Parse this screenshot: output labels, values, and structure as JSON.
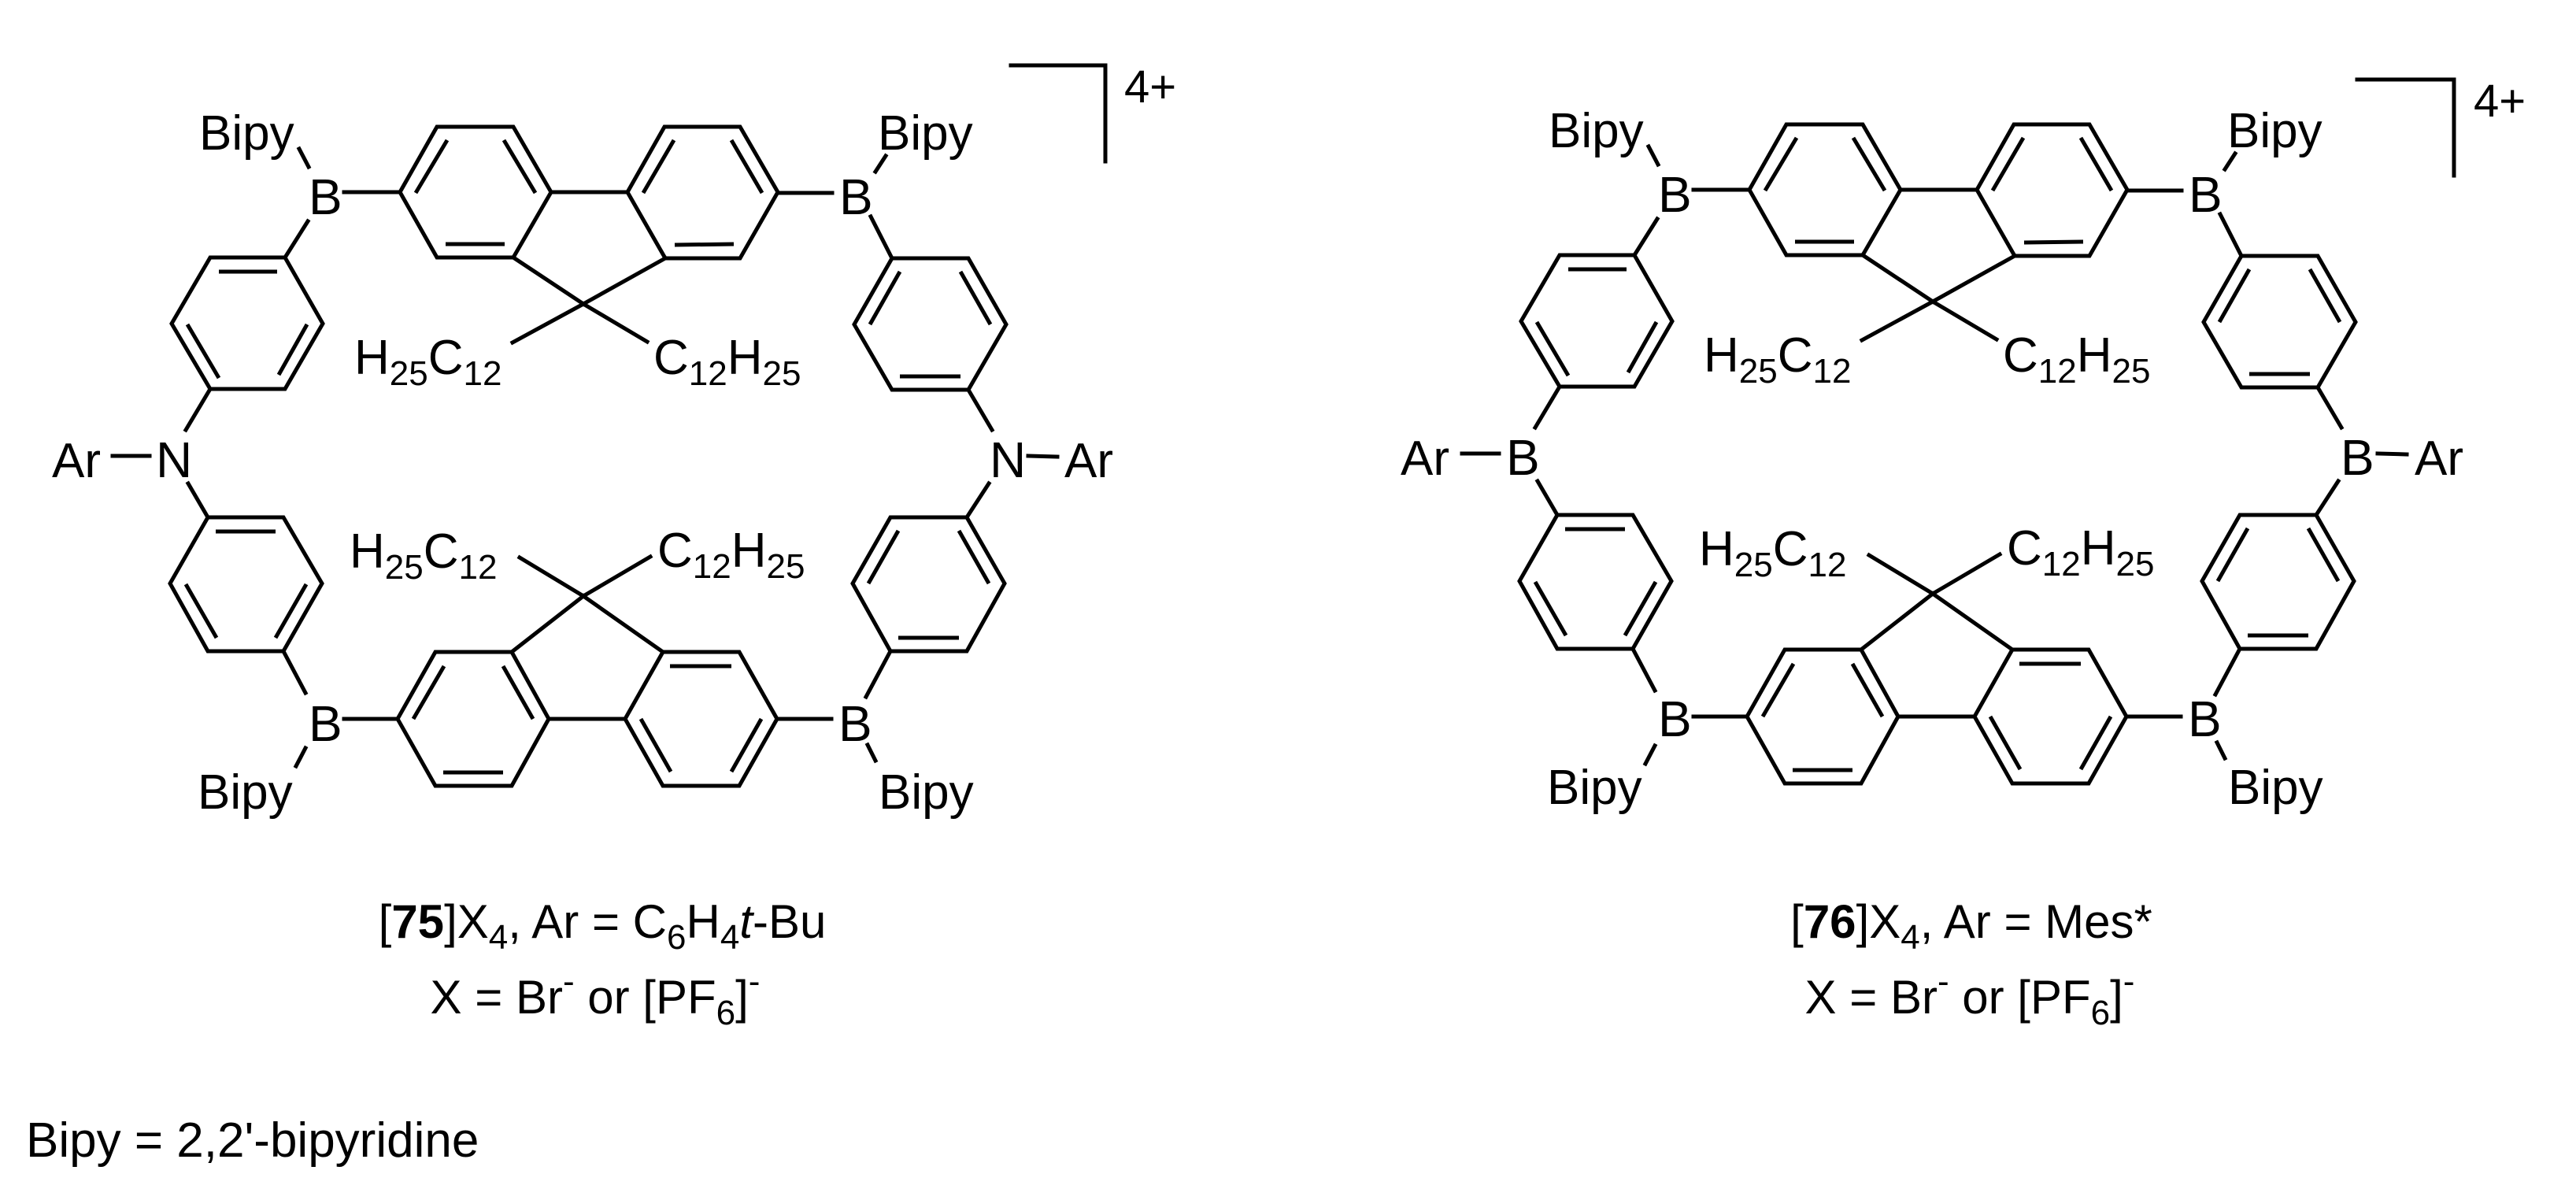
{
  "diagram": {
    "type": "chemical-structure-scheme",
    "colors": {
      "ink": "#000000",
      "background": "#ffffff"
    },
    "compounds": [
      {
        "id": "75",
        "core_linker_atom": "N",
        "labels": {
          "bipy": "Bipy",
          "boron": "B",
          "linker": "N",
          "aryl": "Ar",
          "alkyl_C": "C",
          "alkyl_C_count": "12",
          "alkyl_H": "H",
          "alkyl_H_count": "25",
          "charge": "4+"
        },
        "caption": {
          "line1": {
            "open_bracket": "[",
            "number": "75",
            "close_bracket": "]X",
            "x_count": "4",
            "ar_text": ", Ar = C",
            "c_count": "6",
            "h_text": "H",
            "h_count": "4",
            "tert": "t",
            "tail": "-Bu"
          },
          "line2": {
            "prefix": "X = Br",
            "br_charge": "-",
            "mid": " or [PF",
            "f_count": "6",
            "close": "]",
            "pf6_charge": "-"
          }
        }
      },
      {
        "id": "76",
        "core_linker_atom": "B",
        "labels": {
          "bipy": "Bipy",
          "boron": "B",
          "linker": "B",
          "aryl": "Ar",
          "alkyl_C": "C",
          "alkyl_C_count": "12",
          "alkyl_H": "H",
          "alkyl_H_count": "25",
          "charge": "4+"
        },
        "caption": {
          "line1": {
            "open_bracket": "[",
            "number": "76",
            "close_bracket": "]X",
            "x_count": "4",
            "ar_text": ", Ar = Mes*"
          },
          "line2": {
            "prefix": "X = Br",
            "br_charge": "-",
            "mid": " or [PF",
            "f_count": "6",
            "close": "]",
            "pf6_charge": "-"
          }
        }
      }
    ],
    "legend": "Bipy = 2,2'-bipyridine"
  }
}
